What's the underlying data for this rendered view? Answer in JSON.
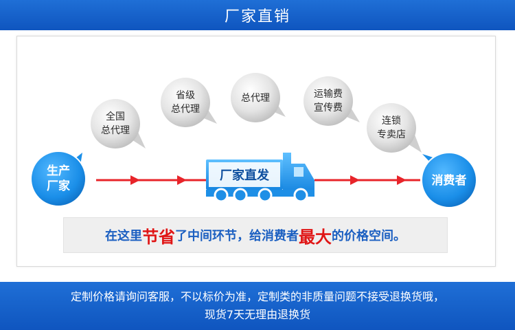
{
  "header": {
    "title": "厂家直销"
  },
  "chain": {
    "start": [
      "生产",
      "厂家"
    ],
    "end": "消费者",
    "truck_label": "厂家直发",
    "middlemen": [
      [
        "全国",
        "总代理"
      ],
      [
        "省级",
        "总代理"
      ],
      [
        "总代理"
      ],
      [
        "运输费",
        "宣传费"
      ],
      [
        "连锁",
        "专卖店"
      ]
    ]
  },
  "banner": {
    "part1": "在这里",
    "highlight1": "节省",
    "part2": "了中间环节，给消费者",
    "highlight2": "最大",
    "part3": "的价格空间。"
  },
  "footer": {
    "line1": "定制价格请询问客服，不以标价为准，定制类的非质量问题不接受退换货哦，",
    "line2": "现货7天无理由退换货"
  },
  "colors": {
    "header_blue": "#1565d0",
    "circle_blue": "#1e8fe6",
    "arrow_red": "#e8242a",
    "highlight_red": "#e01515",
    "text_blue": "#1b5fc1"
  }
}
